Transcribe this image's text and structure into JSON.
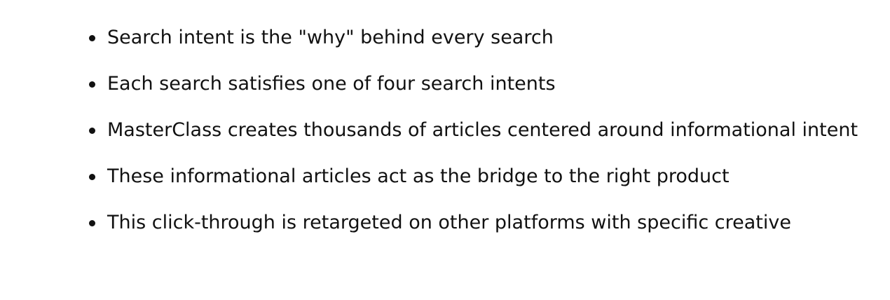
{
  "list": {
    "items": [
      {
        "text": "Search intent is the \"why\" behind every search"
      },
      {
        "text": "Each search satisfies one of four search intents"
      },
      {
        "text": "MasterClass creates thousands of articles centered around informational intent"
      },
      {
        "text": "These informational articles act as the bridge to the right product"
      },
      {
        "text": "This click-through is retargeted on other platforms with specific creative"
      }
    ]
  },
  "colors": {
    "text": "#111111",
    "background": "#ffffff"
  }
}
